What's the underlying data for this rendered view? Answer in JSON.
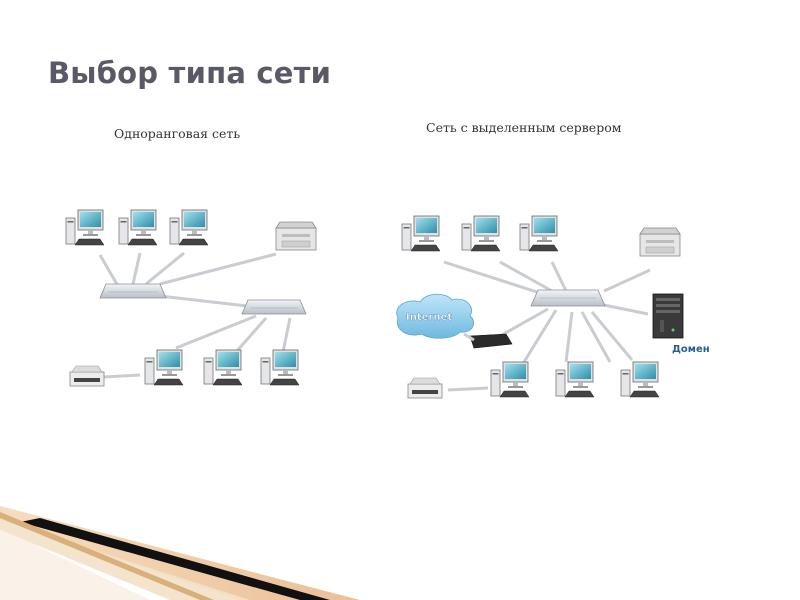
{
  "slide": {
    "title": "Выбор типа сети",
    "left_caption": "Одноранговая сеть",
    "right_caption": "Сеть с выделенным сервером"
  },
  "diagram": {
    "internet_label": "Internet",
    "domain_label": "Домен"
  },
  "colors": {
    "title": "#5a5a66",
    "screen": "#3aa0b8",
    "device": "#d8dce0",
    "cable": "#c9ccd0",
    "cloud": "#7fc3e8",
    "label_blue": "#2a5d8f"
  }
}
